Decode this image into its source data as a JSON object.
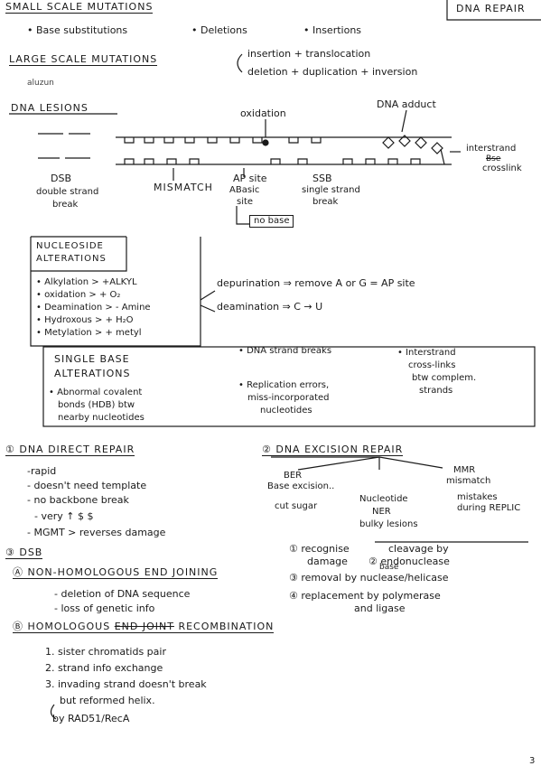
{
  "corner_title": "DNA REPAIR",
  "page_number": "3",
  "small_scale": {
    "heading": "SMALL SCALE MUTATIONS",
    "items": [
      "• Base substitutions",
      "• Deletions",
      "• Insertions"
    ]
  },
  "large_scale": {
    "heading": "LARGE SCALE MUTATIONS",
    "scribble": "aluzun",
    "line1": "insertion + translocation",
    "line2": "deletion + duplication + inversion"
  },
  "lesions": {
    "heading": "DNA LESIONS",
    "oxidation": "oxidation",
    "adduct": "DNA adduct",
    "interstrand1": "interstrand",
    "interstrand2": "Bse",
    "interstrand3": "crosslink",
    "dsb1": "DSB",
    "dsb2": "double strand",
    "dsb3": "break",
    "mismatch": "MISMATCH",
    "ap1": "AP site",
    "ap2": "ABasic",
    "ap3": "site",
    "nobase": "no base",
    "ssb1": "SSB",
    "ssb2": "single strand",
    "ssb3": "break"
  },
  "nucleoside": {
    "title1": "NUCLEOSIDE",
    "title2": "ALTERATIONS",
    "items": [
      "• Alkylation > +ALKYL",
      "• oxidation > + O₂",
      "• Deamination > - Amine",
      "• Hydroxous > + H₂O",
      "• Metylation > + metyl"
    ],
    "depurination": "depurination ⇒ remove A or G = AP site",
    "deamination": "deamination ⇒ C → U"
  },
  "single_base": {
    "title1": "SINGLE BASE",
    "title2": "ALTERATIONS",
    "col1": [
      "• Abnormal covalent",
      "bonds (HDB) btw",
      "nearby nucleotides"
    ],
    "col2a": "• DNA strand breaks",
    "col2b": [
      "• Replication errors,",
      "miss-incorporated",
      "nucleotides"
    ],
    "col3": [
      "• Interstrand",
      "cross-links",
      "btw complem.",
      "strands"
    ]
  },
  "direct_repair": {
    "heading": "① DNA DIRECT REPAIR",
    "items": [
      "-rapid",
      "- doesn't need template",
      "- no backbone break",
      "- very ↑ $ $",
      "- MGMT > reverses damage"
    ]
  },
  "excision": {
    "heading": "② DNA EXCISION REPAIR",
    "ber1": "BER",
    "ber2": "Base excision..",
    "ber3": "cut sugar",
    "ner1": "Nucleotide",
    "ner2": "NER",
    "ner3": "bulky lesions",
    "mmr1": "MMR",
    "mmr2": "mismatch",
    "mmr3": "mistakes",
    "mmr4": "during REPLIC"
  },
  "dsb_section": {
    "heading": "③ DSB",
    "nhej": "Ⓐ NON-HOMOLOGOUS END JOINING",
    "nhej_items": [
      "- deletion of DNA sequence",
      "- loss of genetic info"
    ],
    "hr_prefix": "Ⓑ HOMOLOGOUS",
    "hr_strike": "END JOINT",
    "hr_suffix": "RECOMBINATION",
    "hr_items": [
      "1. sister chromatids pair",
      "2. strand info exchange",
      "3. invading strand doesn't break",
      "but reformed helix.",
      "by RAD51/RecA"
    ]
  },
  "steps": {
    "s1a": "① recognise",
    "s1b": "damage",
    "s2a": "cleavage by",
    "s2b": "② endonuclease",
    "s3": "③ removal by nuclease/helicase",
    "s3sup": "base",
    "s4a": "④ replacement by polymerase",
    "s4b": "and ligase"
  }
}
